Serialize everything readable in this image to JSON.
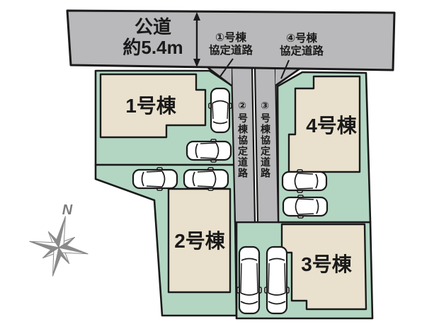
{
  "diagram_type": "residential-site-plan",
  "colors": {
    "road": "#b9b9bb",
    "lot": "#b3d6c3",
    "building": "#e9e1cd",
    "outline": "#1a1a1a",
    "compass": "#8a8a8a",
    "car_body": "#ffffff"
  },
  "public_road": {
    "label_line1": "公道",
    "label_line2": "約5.4m"
  },
  "agreement_roads": {
    "road1": {
      "line1": "①号棟",
      "line2": "協定道路"
    },
    "road4": {
      "line1": "④号棟",
      "line2": "協定道路"
    },
    "road2_vertical": "②号棟協定道路",
    "road3_vertical": "③号棟協定道路"
  },
  "buildings": [
    {
      "label": "1号棟"
    },
    {
      "label": "2号棟"
    },
    {
      "label": "3号棟"
    },
    {
      "label": "4号棟"
    }
  ],
  "compass": {
    "north_label": "N"
  },
  "cars_count": 8
}
